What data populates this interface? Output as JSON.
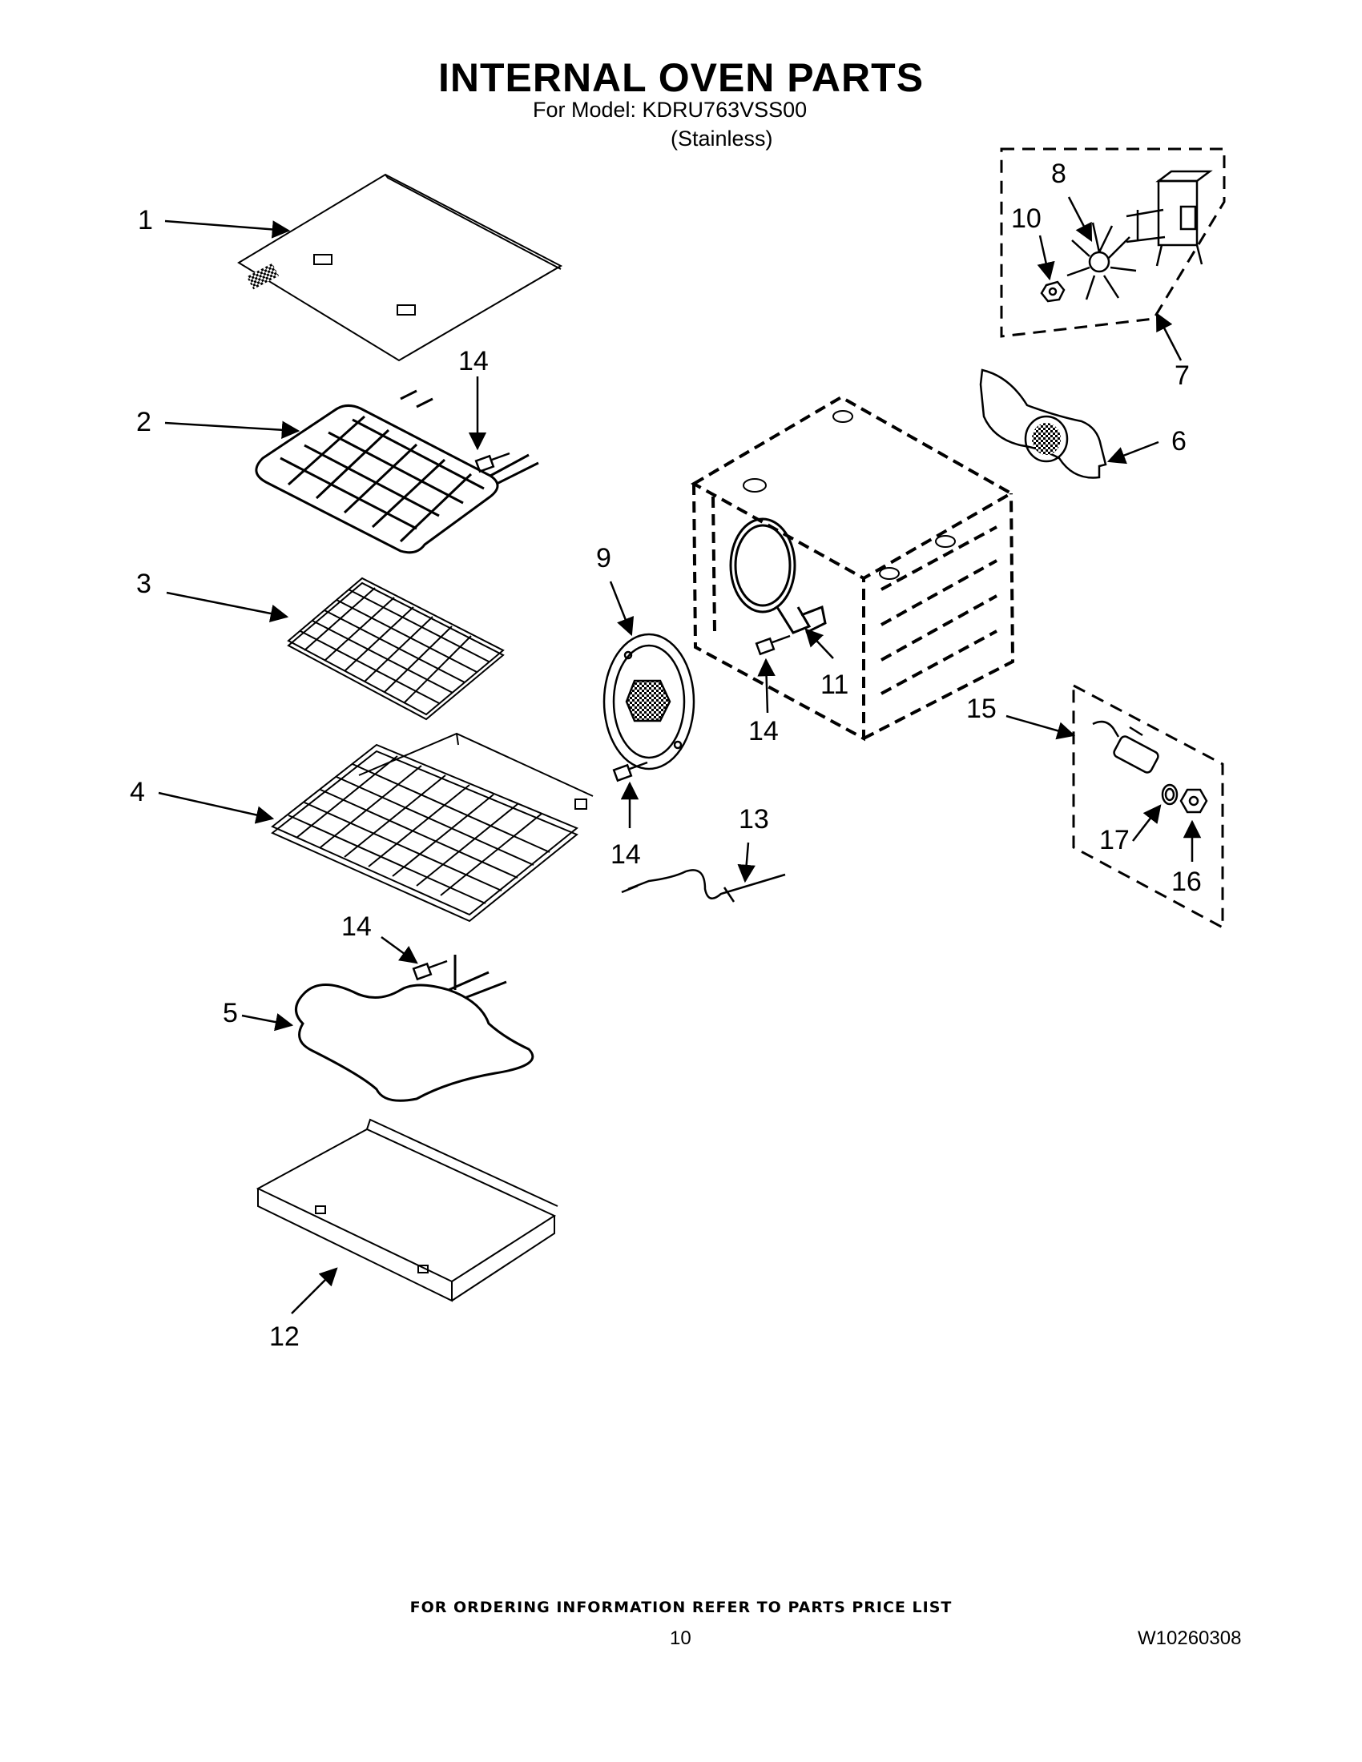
{
  "header": {
    "title": "INTERNAL OVEN PARTS",
    "model_line": "For Model: KDRU763VSS00",
    "finish_line": "(Stainless)"
  },
  "callouts": {
    "c1": "1",
    "c2": "2",
    "c3": "3",
    "c4": "4",
    "c5": "5",
    "c6": "6",
    "c7": "7",
    "c8": "8",
    "c9": "9",
    "c10": "10",
    "c11": "11",
    "c12": "12",
    "c13": "13",
    "c14a": "14",
    "c14b": "14",
    "c14c": "14",
    "c14d": "14",
    "c15": "15",
    "c16": "16",
    "c17": "17"
  },
  "footer": {
    "ordering_note": "FOR ORDERING INFORMATION REFER TO PARTS PRICE LIST",
    "page_number": "10",
    "document_number": "W10260308"
  }
}
